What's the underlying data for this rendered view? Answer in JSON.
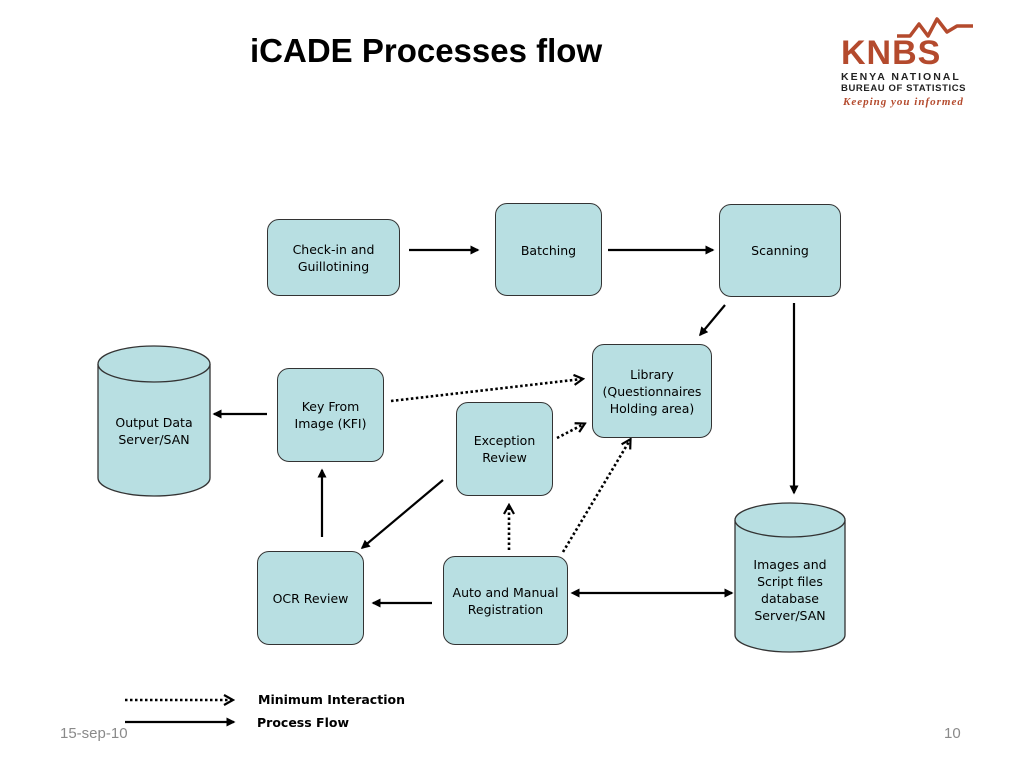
{
  "slide": {
    "title": "iCADE  Processes flow",
    "date": "15-sep-10",
    "page_number": "10"
  },
  "logo": {
    "name": "KNBS",
    "line1": "KENYA NATIONAL",
    "line2": "BUREAU OF STATISTICS",
    "tagline": "Keeping  you  informed",
    "color": "#b44a2d"
  },
  "colors": {
    "node_fill": "#b8dfe2",
    "stroke": "#000000"
  },
  "nodes": {
    "checkin": "Check-in and\nGuillotining",
    "batching": "Batching",
    "scanning": "Scanning",
    "library": "Library\n(Questionnaires\nHolding area)",
    "kfi": "Key From\nImage (KFI)",
    "exception": "Exception\nReview",
    "ocr": "OCR Review",
    "registration": "Auto and Manual\nRegistration",
    "output_db": "Output Data\nServer/SAN",
    "images_db": "Images and\nScript files\ndatabase\nServer/SAN"
  },
  "legend": {
    "dotted": "Minimum Interaction",
    "solid": "Process Flow"
  }
}
